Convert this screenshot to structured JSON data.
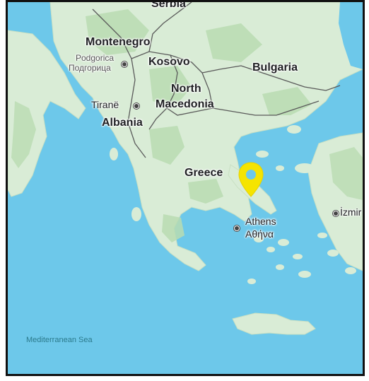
{
  "map": {
    "countries": {
      "serbia": "Serbia",
      "montenegro": "Montenegro",
      "kosovo": "Kosovo",
      "bulgaria": "Bulgaria",
      "north": "North",
      "macedonia": "Macedonia",
      "albania": "Albania",
      "greece": "Greece"
    },
    "cities": {
      "podgorica": "Podgorica",
      "podgorica_cyr": "Подгорица",
      "tirane": "Tiranë",
      "athens": "Athens",
      "athens_gr": "Αθήνα",
      "izmir": "İzmir"
    },
    "water": {
      "mediterranean": "Mediterranean Sea"
    },
    "marker": {
      "color": "#f5e400",
      "icon": "location-pin-icon"
    },
    "colors": {
      "sea": "#6dc8ea",
      "land": "#d9ecd6",
      "forest": "#b9dcb2",
      "border": "#5a5a5a"
    }
  }
}
